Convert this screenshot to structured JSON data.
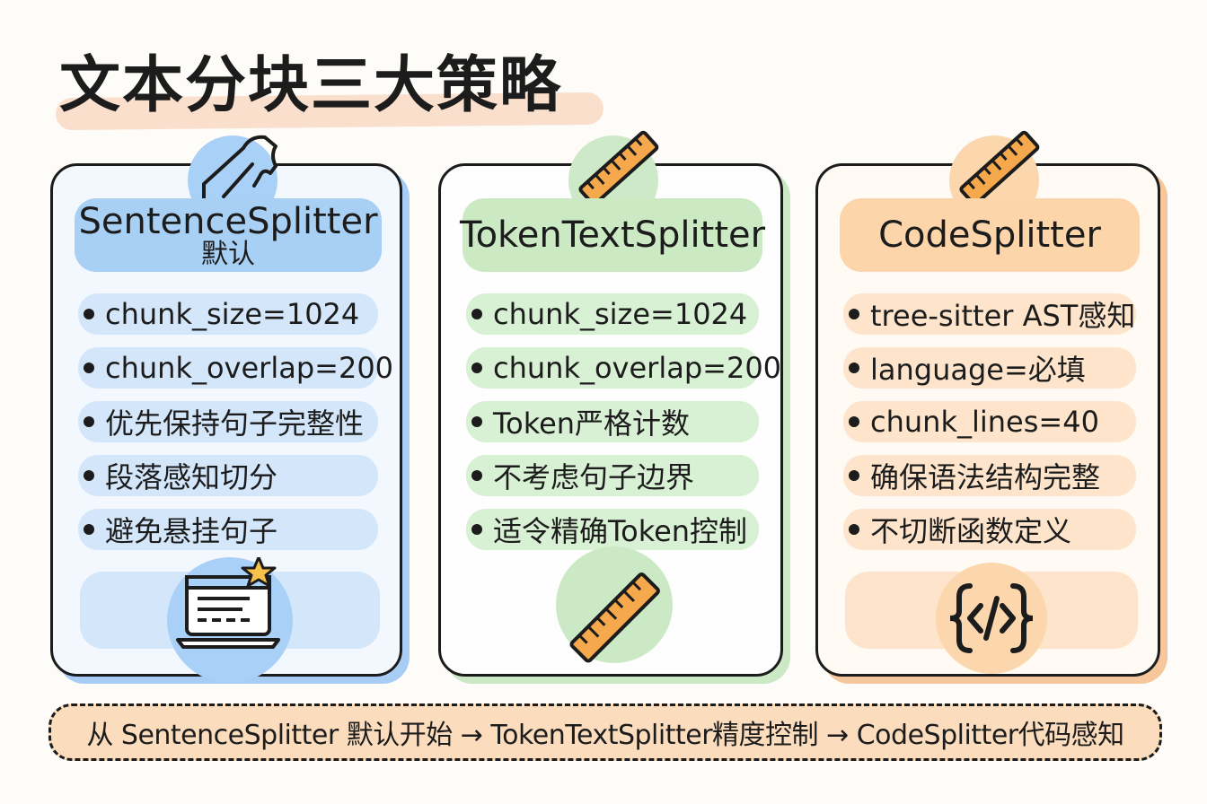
{
  "title": "文本分块三大策略",
  "cards": [
    {
      "title": "SentenceSplitter",
      "subtitle": "默认",
      "items": [
        "chunk_size=1024",
        "chunk_overlap=200",
        "优先保持句子完整性",
        "段落感知切分",
        "避免悬挂句子"
      ],
      "badge_icon": "page-curl-icon",
      "footer_icon": "laptop-star-icon",
      "accent": "#a8d0f5"
    },
    {
      "title": "TokenTextSplitter",
      "subtitle": "",
      "items": [
        "chunk_size=1024",
        "chunk_overlap=200",
        "Token严格计数",
        "不考虑句子边界",
        "适令精确Token控制"
      ],
      "badge_icon": "ruler-icon",
      "footer_icon": "ruler-icon",
      "accent": "#cbeac4"
    },
    {
      "title": "CodeSplitter",
      "subtitle": "",
      "items": [
        "tree-sitter AST感知",
        "language=必填",
        "chunk_lines=40",
        "确保语法结构完整",
        "不切断函数定义"
      ],
      "badge_icon": "ruler-icon",
      "footer_icon": "code-brackets-icon",
      "accent": "#fcd5ab"
    }
  ],
  "banner": "从 SentenceSplitter 默认开始 → TokenTextSplitter精度控制 → CodeSplitter代码感知"
}
